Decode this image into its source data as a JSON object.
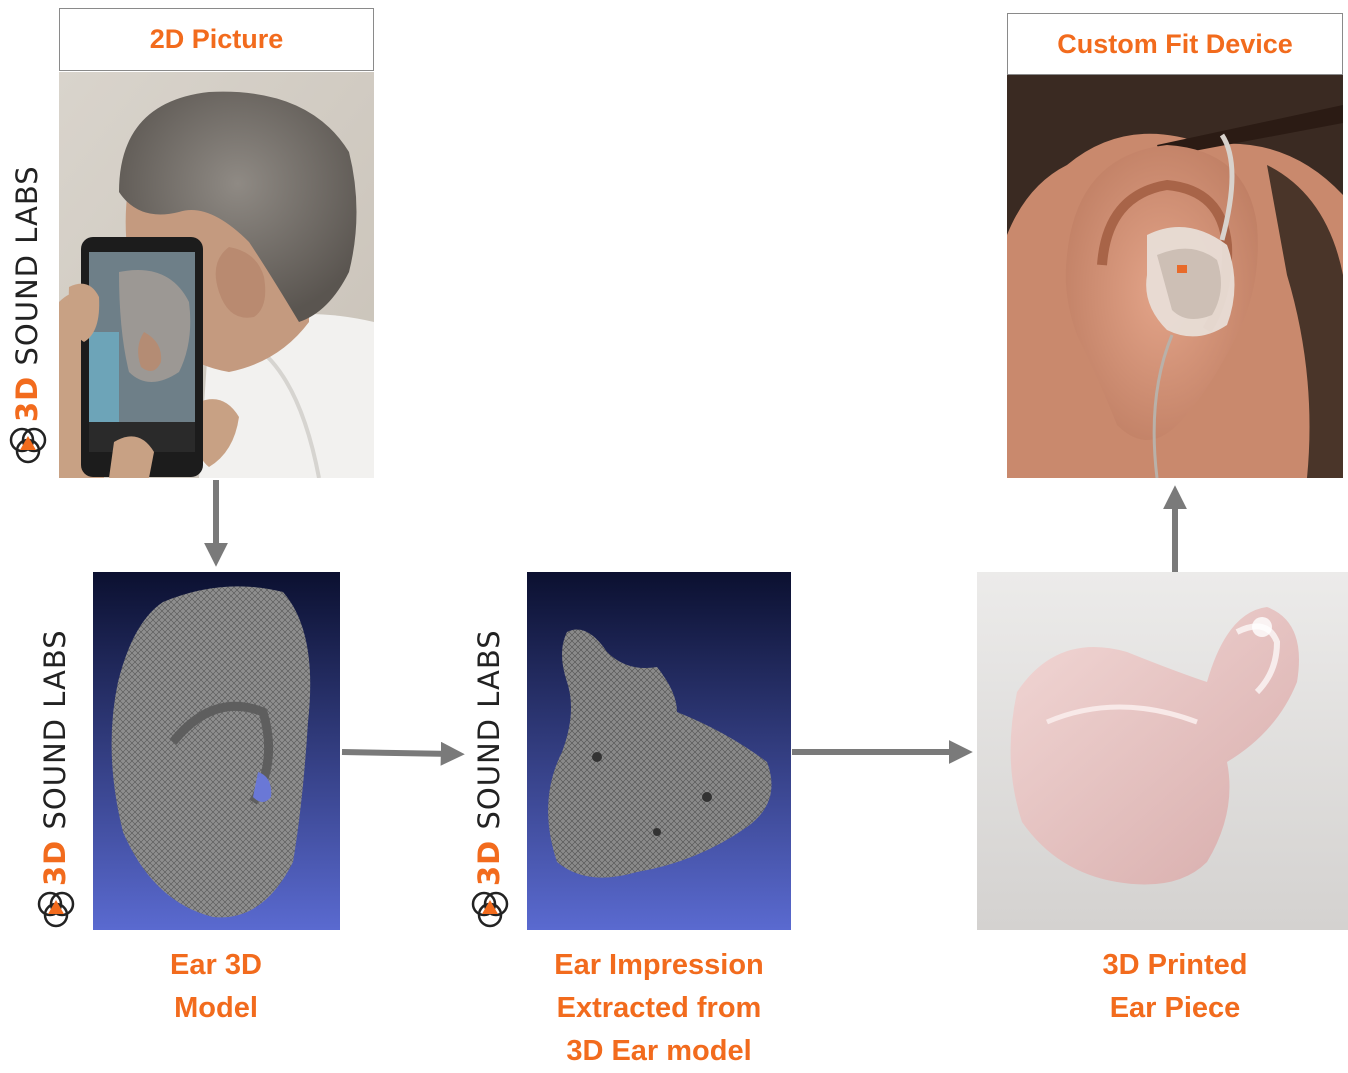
{
  "boxes": {
    "input_label": "2D Picture",
    "output_label": "Custom Fit Device"
  },
  "captions": {
    "ear_model": [
      "Ear 3D",
      "Model"
    ],
    "impression": [
      "Ear Impression",
      "Extracted from",
      "3D Ear model"
    ],
    "printed": [
      "3D Printed",
      "Ear Piece"
    ]
  },
  "brand": {
    "accent": "3D",
    "rest": "SOUND LABS"
  },
  "colors": {
    "accent": "#f26b1d",
    "arrow": "#7a7a7a",
    "mesh_bg_top": "#0b1030",
    "mesh_bg_bottom": "#5a6ad0"
  }
}
